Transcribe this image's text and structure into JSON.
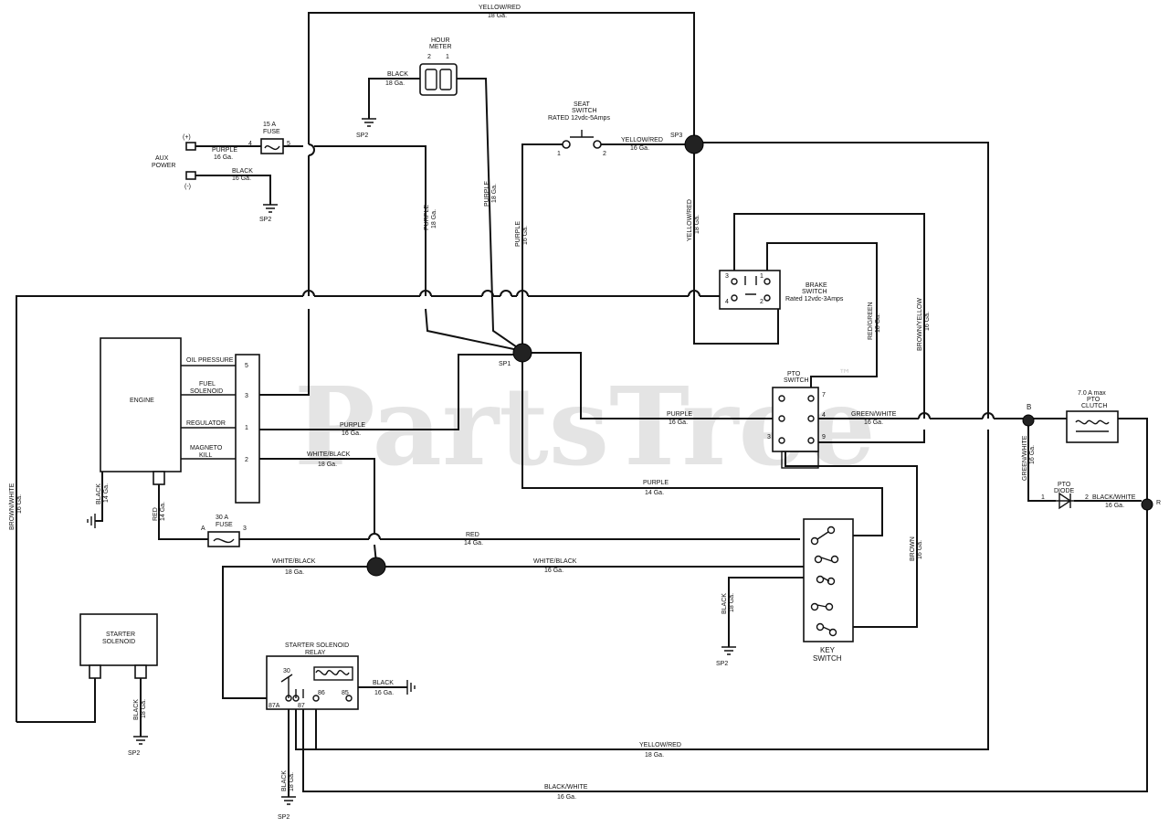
{
  "watermark": {
    "text": "PartsTree",
    "tm": "™"
  },
  "components": {
    "hour_meter": {
      "title1": "HOUR",
      "title2": "METER",
      "pin2": "2",
      "pin1": "1"
    },
    "fuse_15": {
      "title1": "15 A",
      "title2": "FUSE",
      "pin_a": "4",
      "pin_b": "5"
    },
    "aux_power": {
      "title1": "AUX",
      "title2": "POWER",
      "plus": "(+)",
      "minus": "(-)"
    },
    "seat_switch": {
      "title1": "SEAT",
      "title2": "SWITCH",
      "rating": "RATED 12vdc-5Amps",
      "pin1": "1",
      "pin2": "2"
    },
    "brake_switch": {
      "title1": "BRAKE",
      "title2": "SWITCH",
      "rating": "Rated 12vdc-3Amps",
      "p3": "3",
      "p1": "1",
      "p4": "4",
      "p2": "2"
    },
    "engine": {
      "title": "ENGINE",
      "oil": "OIL PRESSURE",
      "fuel1": "FUEL",
      "fuel2": "SOLENOID",
      "regulator": "REGULATOR",
      "mag1": "MAGNETO",
      "mag2": "KILL",
      "c5": "5",
      "c3": "3",
      "c1": "1",
      "c2": "2"
    },
    "pto_switch": {
      "title1": "PTO",
      "title2": "SWITCH",
      "p7": "7",
      "p4": "4",
      "p9": "9",
      "p3": "3"
    },
    "pto_clutch": {
      "title1": "7.0 A max",
      "title2": "PTO",
      "title3": "CLUTCH"
    },
    "pto_diode": {
      "title1": "PTO",
      "title2": "DIODE",
      "pin1": "1",
      "pin2": "2"
    },
    "fuse_30": {
      "title1": "30 A",
      "title2": "FUSE",
      "pin_a": "A",
      "pin_b": "3"
    },
    "key_switch": {
      "title1": "KEY",
      "title2": "SWITCH"
    },
    "starter_solenoid": {
      "title1": "STARTER",
      "title2": "SOLENOID"
    },
    "relay": {
      "title1": "STARTER SOLENOID",
      "title2": "RELAY",
      "p30": "30",
      "p87a": "87A",
      "p87": "87",
      "p86": "86",
      "p85": "85"
    }
  },
  "splices": {
    "sp1": "SP1",
    "sp3": "SP3",
    "b": "B",
    "r": "R"
  },
  "grounds": {
    "label": "SP2"
  },
  "wires": {
    "top_yellow_red": {
      "color": "YELLOW/RED",
      "gauge": "18 Ga."
    },
    "hour_black": {
      "color": "BLACK",
      "gauge": "18 Ga."
    },
    "aux_purple": {
      "color": "PURPLE",
      "gauge": "16 Ga."
    },
    "aux_black": {
      "color": "BLACK",
      "gauge": "16 Ga."
    },
    "seat_yellow_red": {
      "color": "YELLOW/RED",
      "gauge": "16 Ga."
    },
    "purple_v1": {
      "color": "PURPLE",
      "gauge": "18 Ga."
    },
    "purple_v2": {
      "color": "PURPLE",
      "gauge": "18 Ga."
    },
    "purple_v3": {
      "color": "PURPLE",
      "gauge": "16 Ga."
    },
    "yellow_red_v": {
      "color": "YELLOW/RED",
      "gauge": "18 Ga."
    },
    "red_green_v": {
      "color": "RED/GREEN",
      "gauge": "18 Ga."
    },
    "brown_yellow_v": {
      "color": "BROWN/YELLOW",
      "gauge": "16 Ga."
    },
    "regulator_purple": {
      "color": "PURPLE",
      "gauge": "16 Ga."
    },
    "sp1_pto_purple": {
      "color": "PURPLE",
      "gauge": "16 Ga."
    },
    "green_white": {
      "color": "GREEN/WHITE",
      "gauge": "16 Ga."
    },
    "green_white_v": {
      "color": "GREEN/WHITE",
      "gauge": "16 Ga."
    },
    "black_white_diode": {
      "color": "BLACK/WHITE",
      "gauge": "16 Ga."
    },
    "white_black_mag": {
      "color": "WHITE/BLACK",
      "gauge": "18 Ga."
    },
    "purple_14": {
      "color": "PURPLE",
      "gauge": "14 Ga."
    },
    "engine_black": {
      "color": "BLACK",
      "gauge": "14 Ga."
    },
    "engine_red": {
      "color": "RED",
      "gauge": "14 Ga."
    },
    "red_14": {
      "color": "RED",
      "gauge": "14 Ga."
    },
    "white_black_left": {
      "color": "WHITE/BLACK",
      "gauge": "18 Ga."
    },
    "white_black_right": {
      "color": "WHITE/BLACK",
      "gauge": "16 Ga."
    },
    "brown_v": {
      "color": "BROWN",
      "gauge": "16 Ga."
    },
    "key_black": {
      "color": "BLACK",
      "gauge": "18 Ga."
    },
    "left_brown_white": {
      "color": "BROWN/WHITE",
      "gauge": "16 Ga."
    },
    "starter_black": {
      "color": "BLACK",
      "gauge": "18 Ga."
    },
    "relay_black": {
      "color": "BLACK",
      "gauge": "16 Ga."
    },
    "relay_black_v": {
      "color": "BLACK",
      "gauge": "18 Ga."
    },
    "bottom_yellow_red": {
      "color": "YELLOW/RED",
      "gauge": "18 Ga."
    },
    "bottom_black_white": {
      "color": "BLACK/WHITE",
      "gauge": "16 Ga."
    }
  }
}
